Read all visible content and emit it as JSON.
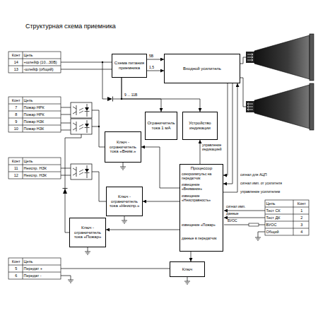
{
  "diagram": {
    "title": "Структурная схема приемника",
    "nodes": [
      {
        "text": [
          "Схема питания приемника"
        ]
      },
      {
        "text": [
          "Входной усилитель"
        ]
      },
      {
        "text": [
          "Ограничитель тока 1 мА"
        ]
      },
      {
        "text": [
          "Устройство индикации"
        ]
      },
      {
        "text": [
          "Ключ - ограничитель тока «Вним.»"
        ]
      },
      {
        "text": [
          "Процессор"
        ]
      },
      {
        "text": [
          "Ключ - ограничитель тока «Неиспр.»"
        ]
      },
      {
        "text": [
          "Ключ - ограничитель тока «Пожар»"
        ]
      },
      {
        "text": [
          "Ключ"
        ]
      }
    ],
    "edges": [
      {
        "from": 0,
        "to": 1,
        "arrow": "to"
      },
      {
        "from": 0,
        "to": 1,
        "arrow": "to"
      },
      {
        "from": 1,
        "to": 5,
        "arrow": "to"
      },
      {
        "from": 1,
        "to": 5,
        "arrow": "to"
      },
      {
        "from": 5,
        "to": 1,
        "arrow": "to"
      },
      {
        "from": 5,
        "to": 3,
        "arrow": "to"
      },
      {
        "from": 5,
        "to": 4,
        "arrow": "to"
      },
      {
        "from": 5,
        "to": 6,
        "arrow": "to"
      },
      {
        "from": 5,
        "to": 7,
        "arrow": "to"
      },
      {
        "from": 5,
        "to": 8,
        "arrow": "to"
      },
      {
        "from": 0,
        "to": 2,
        "arrow": "to"
      },
      {
        "from": 0,
        "to": 3,
        "arrow": "to"
      }
    ],
    "labels": [
      "Конт",
      "Цепь",
      "14",
      "+шлейф (10...30В)",
      "13",
      "-шлейф (общий)",
      "Конт",
      "Цепь",
      "7",
      "Пожар НРК",
      "8",
      "Пожар НРК",
      "9",
      "Пожар НЗК",
      "10",
      "Пожар НЗК",
      "Конт",
      "Цепь",
      "11",
      "Неиспр. НЗК",
      "12",
      "Неиспр. НЗК",
      "Конт",
      "Цепь",
      "5",
      "Передат +",
      "6",
      "Передат -",
      "Цепь",
      "Конт",
      "Тест СК",
      "1",
      "Тест ДК",
      "2",
      "ВУОС",
      "3",
      "Общий",
      "4",
      "5В",
      "1,5",
      "9 ... 11В",
      "управление индикацией",
      "сигнал для АЦП",
      "сигнал имп. от усилителя",
      "управление усилителем",
      "синхроимпульс на передатчик",
      "извещение «Внимание»",
      "извещение «Неисправность»",
      "извещение «Пожар»",
      "данные в передатчик",
      "сигнал имп.",
      "данные",
      "ВУОС"
    ]
  }
}
